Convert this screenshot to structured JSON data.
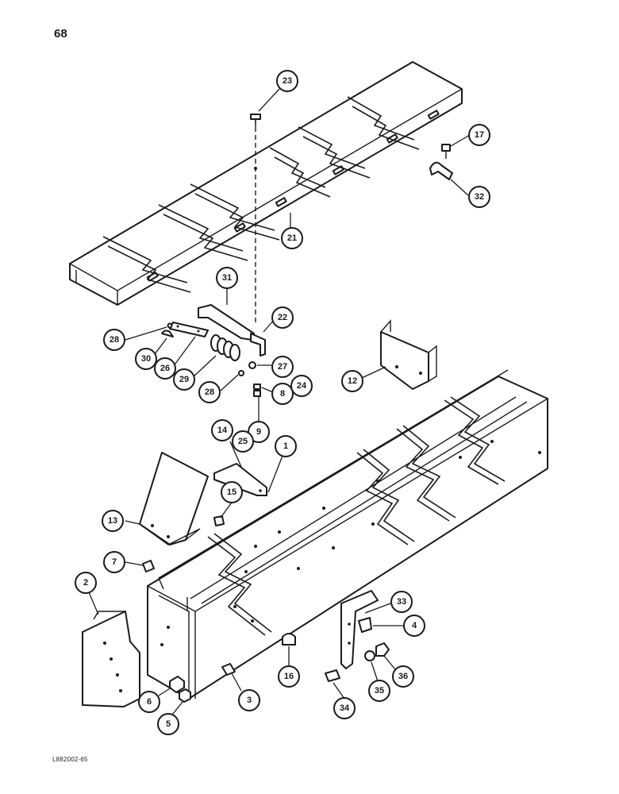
{
  "page": {
    "number": "68",
    "figure_code": "L882002-65"
  },
  "callouts": [
    {
      "id": "23",
      "label": "23"
    },
    {
      "id": "17",
      "label": "17"
    },
    {
      "id": "32",
      "label": "32"
    },
    {
      "id": "21",
      "label": "21"
    },
    {
      "id": "31",
      "label": "31"
    },
    {
      "id": "22",
      "label": "22"
    },
    {
      "id": "28a",
      "label": "28"
    },
    {
      "id": "30",
      "label": "30"
    },
    {
      "id": "26",
      "label": "26"
    },
    {
      "id": "29",
      "label": "29"
    },
    {
      "id": "27",
      "label": "27"
    },
    {
      "id": "28b",
      "label": "28"
    },
    {
      "id": "8",
      "label": "8"
    },
    {
      "id": "24",
      "label": "24"
    },
    {
      "id": "9",
      "label": "9"
    },
    {
      "id": "25",
      "label": "25"
    },
    {
      "id": "12",
      "label": "12"
    },
    {
      "id": "14",
      "label": "14"
    },
    {
      "id": "1",
      "label": "1"
    },
    {
      "id": "15",
      "label": "15"
    },
    {
      "id": "13",
      "label": "13"
    },
    {
      "id": "7",
      "label": "7"
    },
    {
      "id": "2",
      "label": "2"
    },
    {
      "id": "33",
      "label": "33"
    },
    {
      "id": "4",
      "label": "4"
    },
    {
      "id": "16",
      "label": "16"
    },
    {
      "id": "36",
      "label": "36"
    },
    {
      "id": "35",
      "label": "35"
    },
    {
      "id": "34",
      "label": "34"
    },
    {
      "id": "3",
      "label": "3"
    },
    {
      "id": "6",
      "label": "6"
    },
    {
      "id": "5",
      "label": "5"
    }
  ]
}
